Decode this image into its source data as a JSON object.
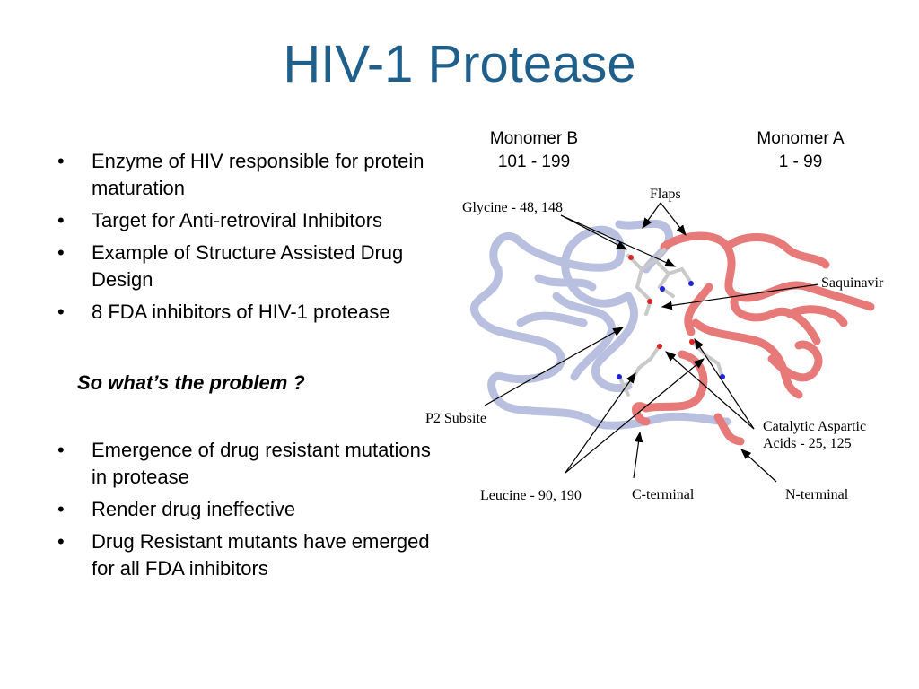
{
  "slide": {
    "title": "HIV-1 Protease",
    "bullets_top": [
      "Enzyme of HIV responsible for protein maturation",
      "Target for Anti-retroviral Inhibitors",
      "Example of Structure Assisted Drug Design",
      "8 FDA inhibitors of HIV-1 protease"
    ],
    "question": "So what’s the problem ?",
    "bullets_bottom": [
      "Emergence of drug resistant mutations in protease",
      "Render drug ineffective",
      "Drug Resistant mutants have emerged for all FDA inhibitors"
    ],
    "bullet_glyph": "•"
  },
  "figure": {
    "monomer_b": {
      "name": "Monomer B",
      "range": "101 - 199"
    },
    "monomer_a": {
      "name": "Monomer A",
      "range": "1 - 99"
    },
    "labels": {
      "flaps": "Flaps",
      "glycine": "Glycine - 48, 148",
      "saquinavir": "Saquinavir",
      "p2_subsite": "P2 Subsite",
      "catalytic_1": "Catalytic Aspartic",
      "catalytic_2": "Acids - 25, 125",
      "leucine": "Leucine - 90, 190",
      "c_terminal": "C-terminal",
      "n_terminal": "N-terminal"
    },
    "colors": {
      "title": "#1f5f8b",
      "monomer_b": "#b9c0df",
      "monomer_a": "#e77a78"
    }
  }
}
